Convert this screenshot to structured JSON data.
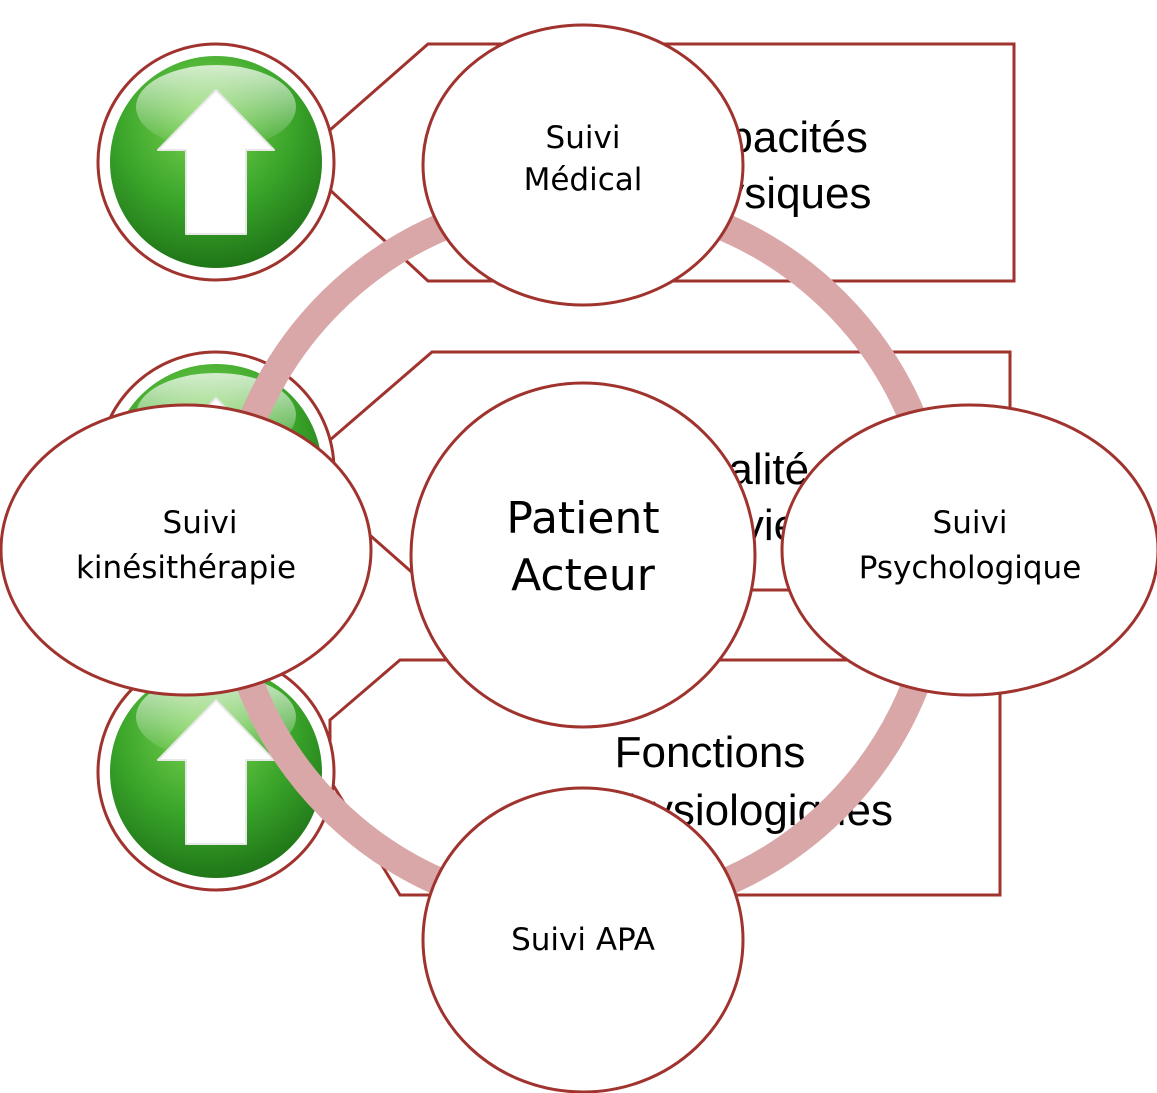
{
  "colors": {
    "outline": "#A0332E",
    "ring": "#D9A7A7",
    "button_green_top": "#78D04E",
    "button_green_mid": "#3AA52A",
    "button_green_bottom": "#1E7A18",
    "arrow": "#FFFFFF"
  },
  "icons": [
    "up-arrow-icon",
    "up-arrow-icon",
    "up-arrow-icon"
  ],
  "background_boxes": [
    {
      "id": "box1",
      "lines": [
        "Capacités",
        "Physiques"
      ]
    },
    {
      "id": "box2",
      "lines": [
        "Qualité de",
        "vie"
      ]
    },
    {
      "id": "box3",
      "lines": [
        "Fonctions",
        "Physiologiques"
      ]
    }
  ],
  "center": {
    "lines": [
      "Patient",
      "Acteur"
    ]
  },
  "satellites": [
    {
      "id": "medical",
      "lines": [
        "Suivi",
        "Médical"
      ]
    },
    {
      "id": "psy",
      "lines": [
        "Suivi",
        "Psychologique"
      ]
    },
    {
      "id": "apa",
      "lines": [
        "Suivi APA"
      ]
    },
    {
      "id": "kine",
      "lines": [
        "Suivi",
        "kinésithérapie"
      ]
    }
  ]
}
